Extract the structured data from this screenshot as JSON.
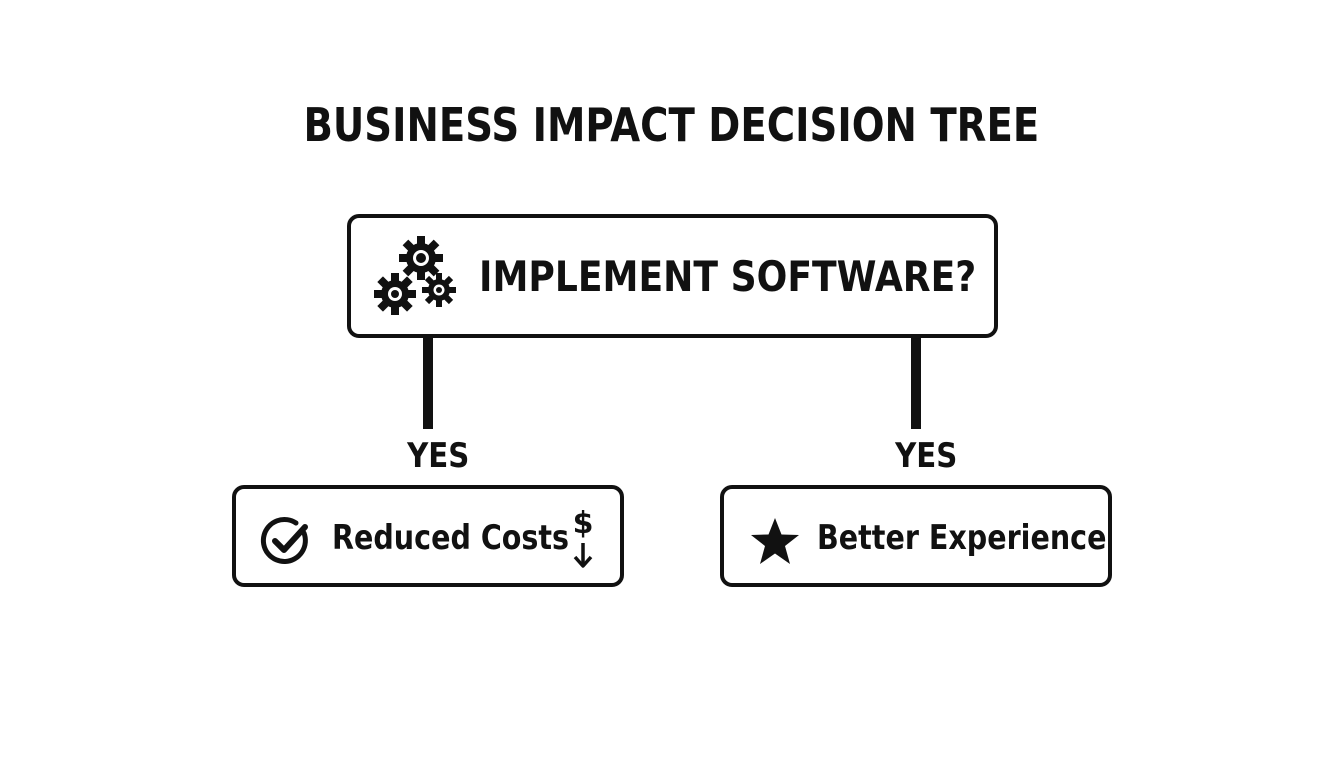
{
  "title": "BUSINESS IMPACT DECISION TREE",
  "root": {
    "label": "IMPLEMENT SOFTWARE?",
    "icon": "gears-icon"
  },
  "branches": [
    {
      "edge_label": "YES",
      "outcome": {
        "label": "Reduced Costs",
        "icon": "checkmark-circle-icon",
        "trailing_icon": "dollar-down-arrow-icon"
      }
    },
    {
      "edge_label": "YES",
      "outcome": {
        "label": "Better Experience",
        "icon": "star-icon"
      }
    }
  ],
  "colors": {
    "stroke": "#111111",
    "background": "#ffffff"
  }
}
